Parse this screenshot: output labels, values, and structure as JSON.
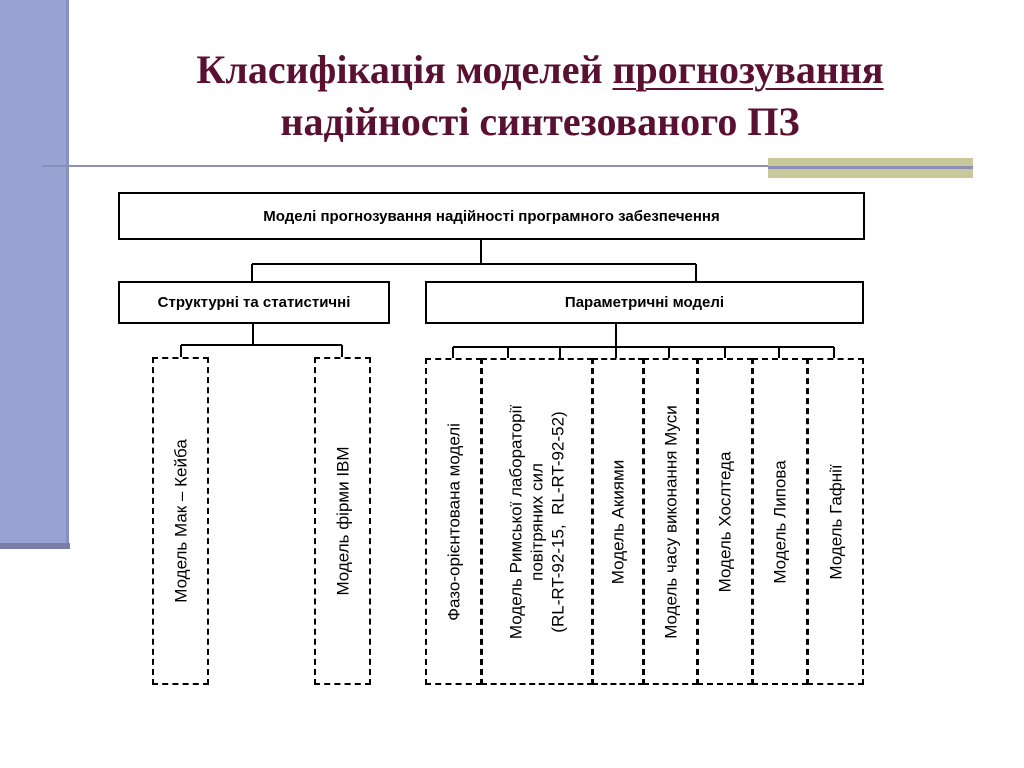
{
  "title": {
    "line1_part1": "Класифікація моделей ",
    "line1_underlined": "прогнозування",
    "line2": "надійності синтезованого ПЗ"
  },
  "root": {
    "label": "Моделі прогнозування надійності програмного забезпечення"
  },
  "branches": {
    "structural": {
      "label": "Структурні та статистичні",
      "children": [
        "Модель Мак – Кейба",
        "Модель фірми IBM"
      ]
    },
    "parametric": {
      "label": "Параметричні моделі",
      "children": [
        "Фазо-орієнтована моделі",
        "Модель Римської лабораторії\nповітряних сил\n(RL-RT-92-15,  RL-RT-92-52)",
        "Модель Акиями",
        "Модель часу виконання Муси",
        "Модель Хослтеда",
        "Модель Липова",
        "Модель Гафнії"
      ]
    }
  }
}
